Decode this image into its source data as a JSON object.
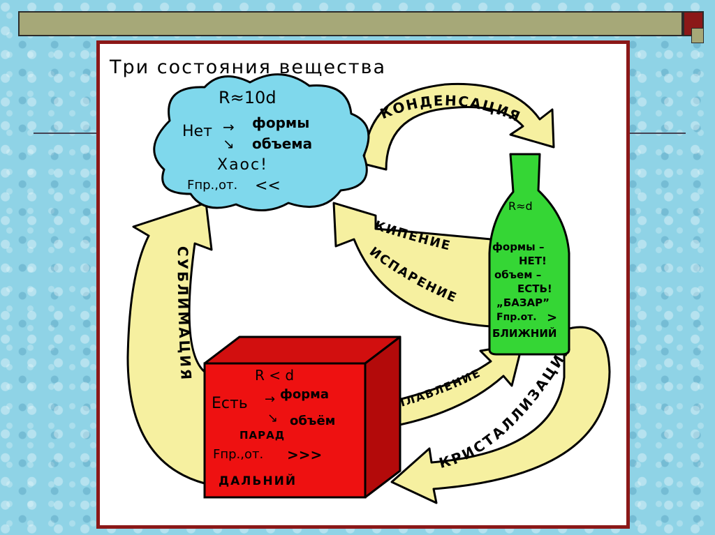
{
  "slide": {
    "title": "Три состояния вещества"
  },
  "gas": {
    "distance": "R≈10d",
    "no_label": "Нет",
    "shape_label": "формы",
    "volume_label": "объема",
    "chaos": "Хаос!",
    "force": "Fпр.,от.",
    "force_mark": "<<"
  },
  "liquid": {
    "distance": "R≈d",
    "shape": "формы –",
    "shape_no": "НЕТ!",
    "volume": "объем –",
    "volume_yes": "ЕСТЬ!",
    "bazar": "„БАЗАР”",
    "force": "Fпр.от.",
    "force_mark": ">",
    "order": "БЛИЖНИЙ"
  },
  "solid": {
    "distance": "R < d",
    "yes_label": "Есть",
    "shape_label": "форма",
    "volume_label": "объём",
    "parade": "ПАРАД",
    "force": "Fпр.,от.",
    "force_mark": ">>>",
    "order": "ДАЛЬНИЙ"
  },
  "arrows": {
    "condensation": "КОНДЕНСАЦИЯ",
    "boiling": "КИПЕНИЕ",
    "evaporation": "ИСПАРЕНИЕ",
    "sublimation": "СУБЛИМАЦИЯ",
    "melting": "ПЛАВЛЕНИЕ",
    "crystallization": "КРИСТАЛЛИЗАЦИЯ"
  },
  "colors": {
    "arrow_fill": "#f6f0a0",
    "cloud_fill": "#7fd8ec",
    "bottle_fill": "#35d635",
    "cube_front": "#ee1111",
    "cube_top": "#d20f0f",
    "cube_side": "#b30a0a",
    "frame_border": "#8b1818"
  }
}
